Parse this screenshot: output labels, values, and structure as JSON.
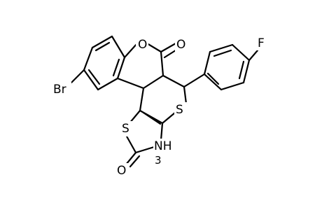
{
  "structure": {
    "atom_labels": {
      "o_ring": "O",
      "o_carbonyl_top": "O",
      "fluorine": "F",
      "bromine": "Br",
      "s_thiopyran": "S",
      "s_thiazole": "S",
      "nh": "NH",
      "n_h": "3",
      "o_carbonyl_bottom": "O"
    },
    "colors": {
      "bond": "#000000",
      "background": "#ffffff"
    }
  }
}
